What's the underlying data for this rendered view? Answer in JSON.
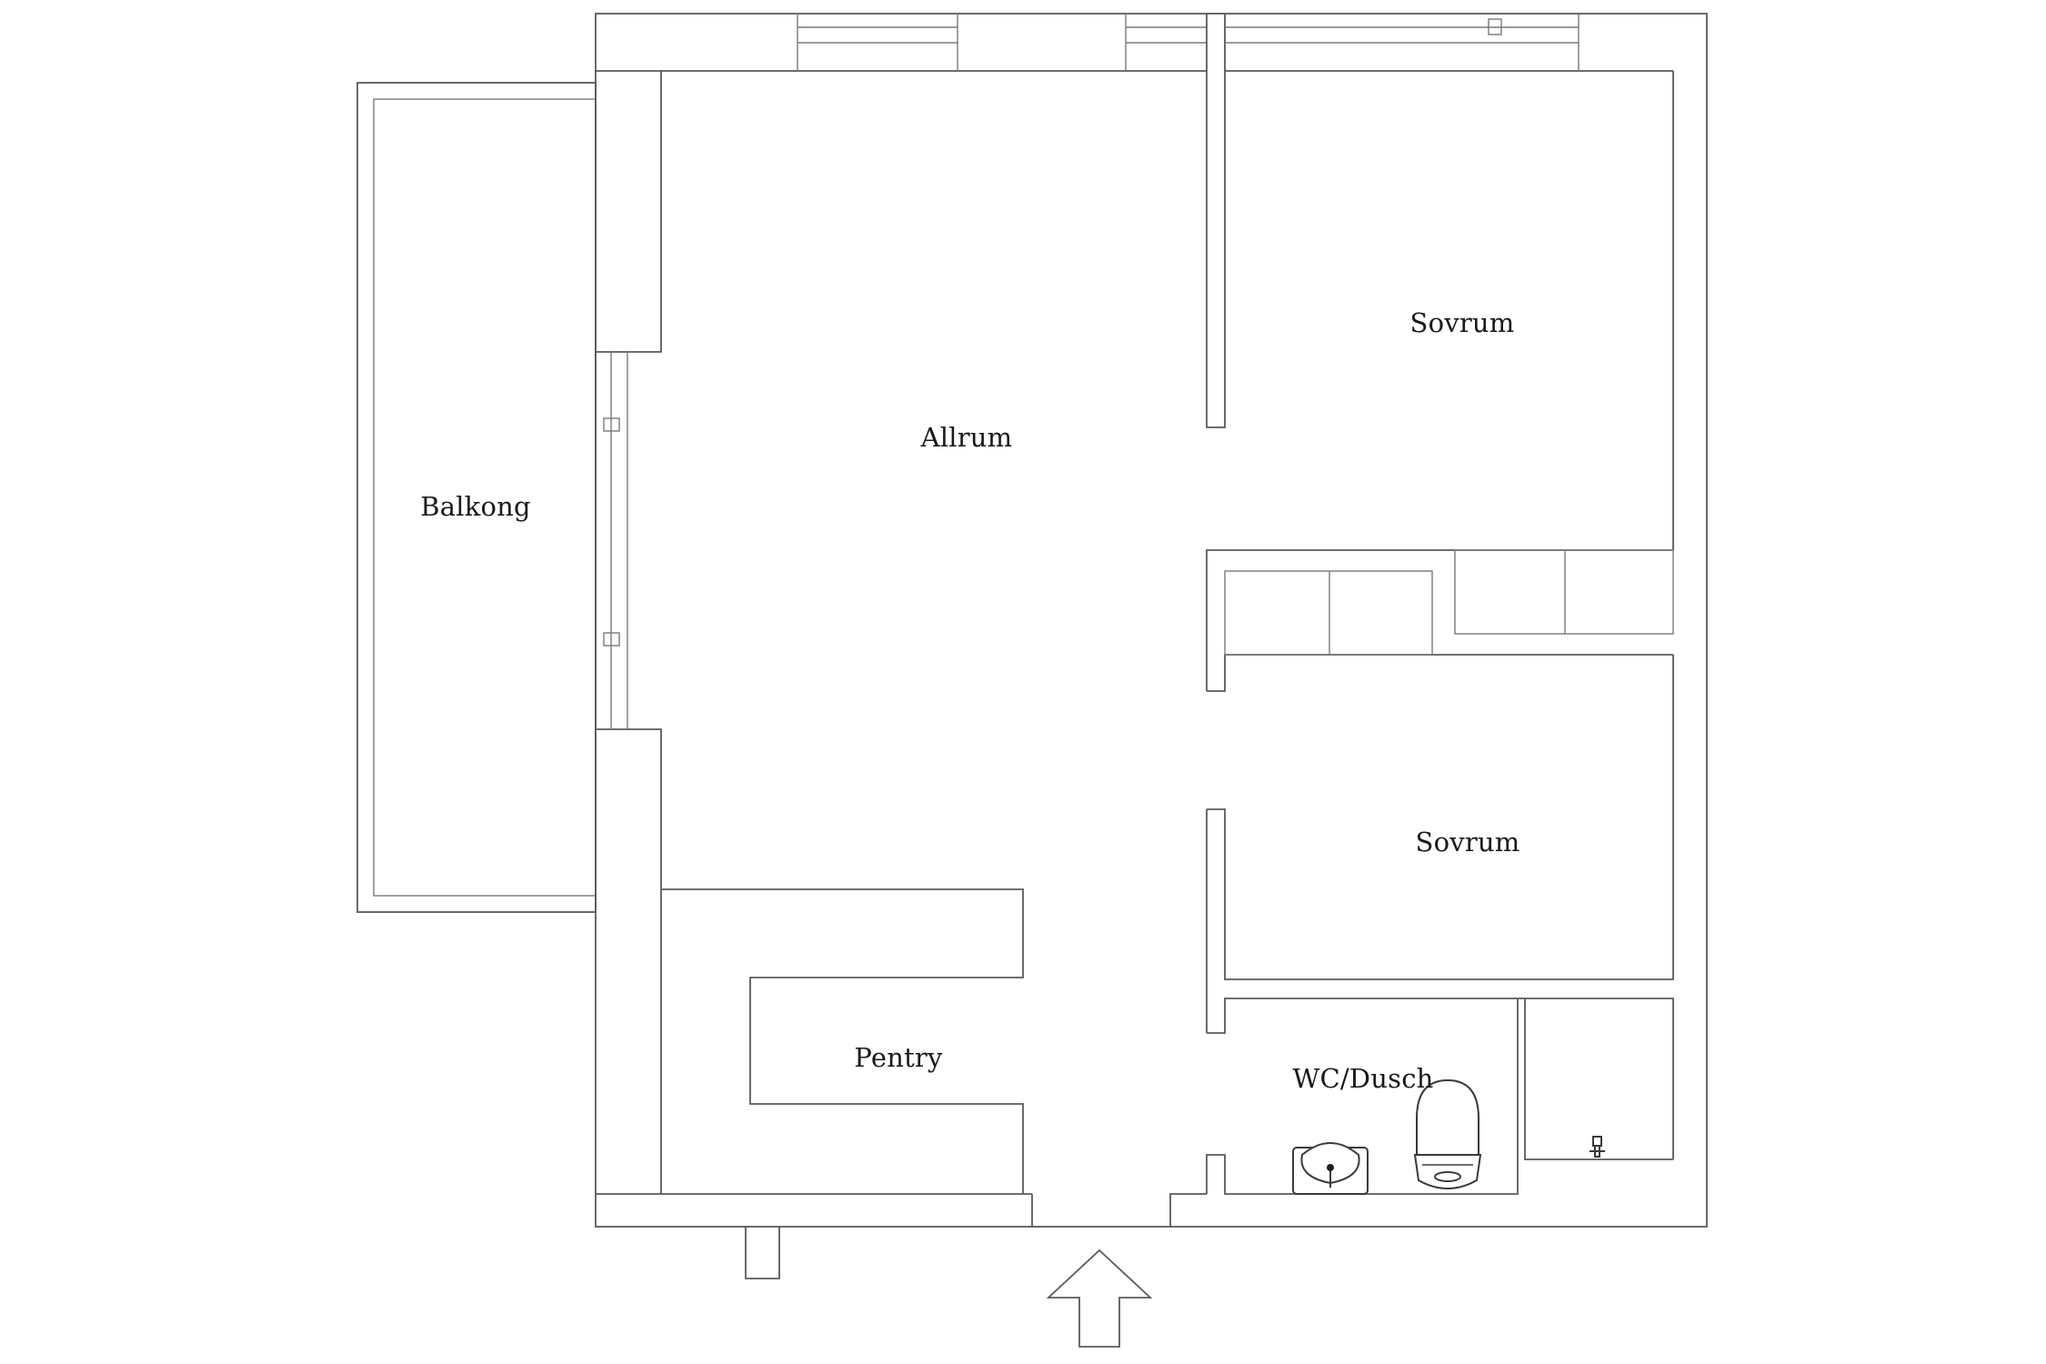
{
  "rooms": {
    "balkong": "Balkong",
    "allrum": "Allrum",
    "sovrum_top": "Sovrum",
    "sovrum_bottom": "Sovrum",
    "pentry": "Pentry",
    "wc": "WC/Dusch"
  },
  "colors": {
    "background": "#ffffff",
    "wall_line": "#5a5a5a",
    "text": "#1a1a1a"
  },
  "icons": {
    "entrance": "entrance-arrow-icon",
    "sink": "sink-icon",
    "toilet": "toilet-icon",
    "shower": "shower-head-icon"
  }
}
